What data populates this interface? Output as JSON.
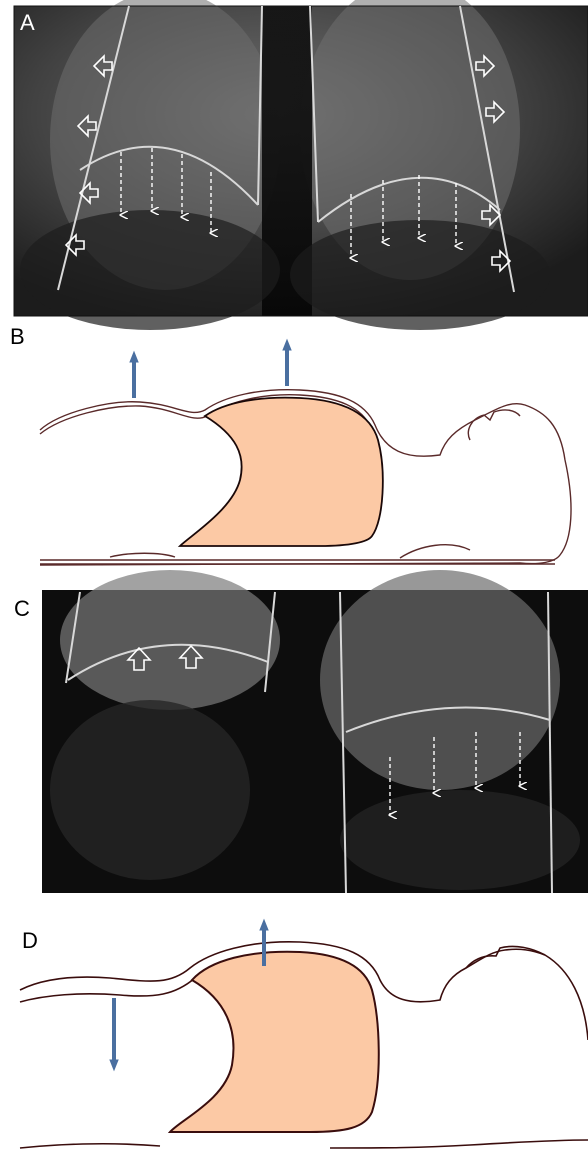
{
  "panels": {
    "a": {
      "label": "A"
    },
    "b": {
      "label": "B"
    },
    "c": {
      "label": "C"
    },
    "d": {
      "label": "D"
    }
  },
  "colors": {
    "lung_fill": "#fcc9a5",
    "arrow_blue": "#4a6fa0",
    "body_outline": "#3a0d0d",
    "overlay_line": "#d8d8d8"
  }
}
